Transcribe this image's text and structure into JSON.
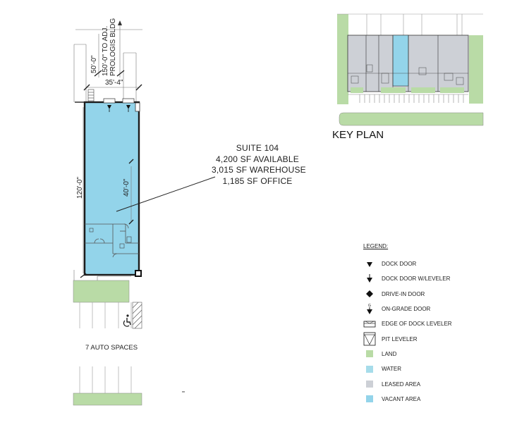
{
  "suite": {
    "title": "SUITE 104",
    "available": "4,200 SF AVAILABLE",
    "warehouse": "3,015 SF WAREHOUSE",
    "office": "1,185 SF OFFICE"
  },
  "dimensions": {
    "d50": "50'-0\"",
    "d150": "150'-0\" TO ADJ.",
    "prologis": "PROLOGIS BLDG",
    "d35": "35'-4\"",
    "d120": "120'-0\"",
    "d40": "40'-0\""
  },
  "key_plan": {
    "title": "KEY PLAN"
  },
  "parking": {
    "label": "7 AUTO SPACES"
  },
  "legend": {
    "title": "LEGEND:",
    "items": [
      {
        "label": "DOCK DOOR",
        "icon": "dock-door-icon"
      },
      {
        "label": "DOCK DOOR W/LEVELER",
        "icon": "dock-door-leveler-icon"
      },
      {
        "label": "DRIVE-IN DOOR",
        "icon": "drive-in-door-icon"
      },
      {
        "label": "ON-GRADE DOOR",
        "icon": "on-grade-door-icon"
      },
      {
        "label": "EDGE OF DOCK LEVELER",
        "icon": "edge-dock-leveler-icon"
      },
      {
        "label": "PIT LEVELER",
        "icon": "pit-leveler-icon"
      },
      {
        "label": "LAND",
        "icon": "land-swatch"
      },
      {
        "label": "WATER",
        "icon": "water-swatch"
      },
      {
        "label": "LEASED AREA",
        "icon": "leased-swatch"
      },
      {
        "label": "VACANT AREA",
        "icon": "vacant-swatch"
      }
    ],
    "on_grade_mark": "G"
  },
  "colors": {
    "land": "#b9dba6",
    "water": "#a6dcea",
    "leased": "#cdd0d6",
    "vacant": "#93d4ea",
    "outline": "#1c1c1c"
  }
}
